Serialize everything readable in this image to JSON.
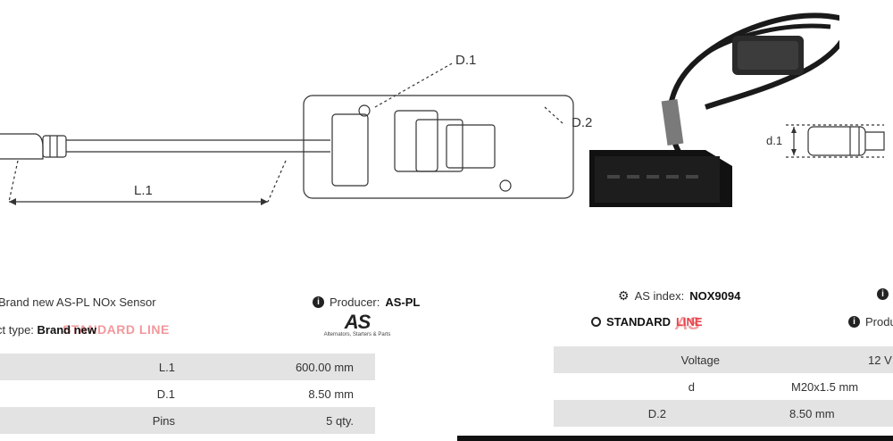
{
  "diagram": {
    "labels": {
      "d1_top": "D.1",
      "d2_side": "D.2",
      "l1_center": "L.1",
      "d1_right": "d.1"
    }
  },
  "left_panel": {
    "title": "Brand new AS-PL NOx Sensor",
    "producer_label": "Producer:",
    "producer_value": "AS-PL",
    "type_label": "ct type:",
    "type_value": "Brand new",
    "brand_overlay": "STANDARD LINE",
    "logo_text": "AS",
    "logo_tagline": "Alternators, Starters & Parts",
    "specs": [
      {
        "key": "L.1",
        "value": "600.00 mm"
      },
      {
        "key": "D.1",
        "value": "8.50 mm"
      },
      {
        "key": "Pins",
        "value": "5 qty."
      }
    ]
  },
  "right_panel": {
    "index_label": "AS index:",
    "index_value": "NOX9094",
    "standard_label": "STANDARD",
    "standard_line": "LINE",
    "producer_label": "Produ",
    "logo_text": "AS",
    "specs": [
      {
        "key": "Voltage",
        "value": "12 V"
      },
      {
        "key": "d",
        "value": "M20x1.5 mm"
      },
      {
        "key": "D.2",
        "value": "8.50 mm"
      }
    ]
  },
  "colors": {
    "accent": "#e8434a",
    "row_alt": "#e3e3e3",
    "line": "#222222"
  }
}
